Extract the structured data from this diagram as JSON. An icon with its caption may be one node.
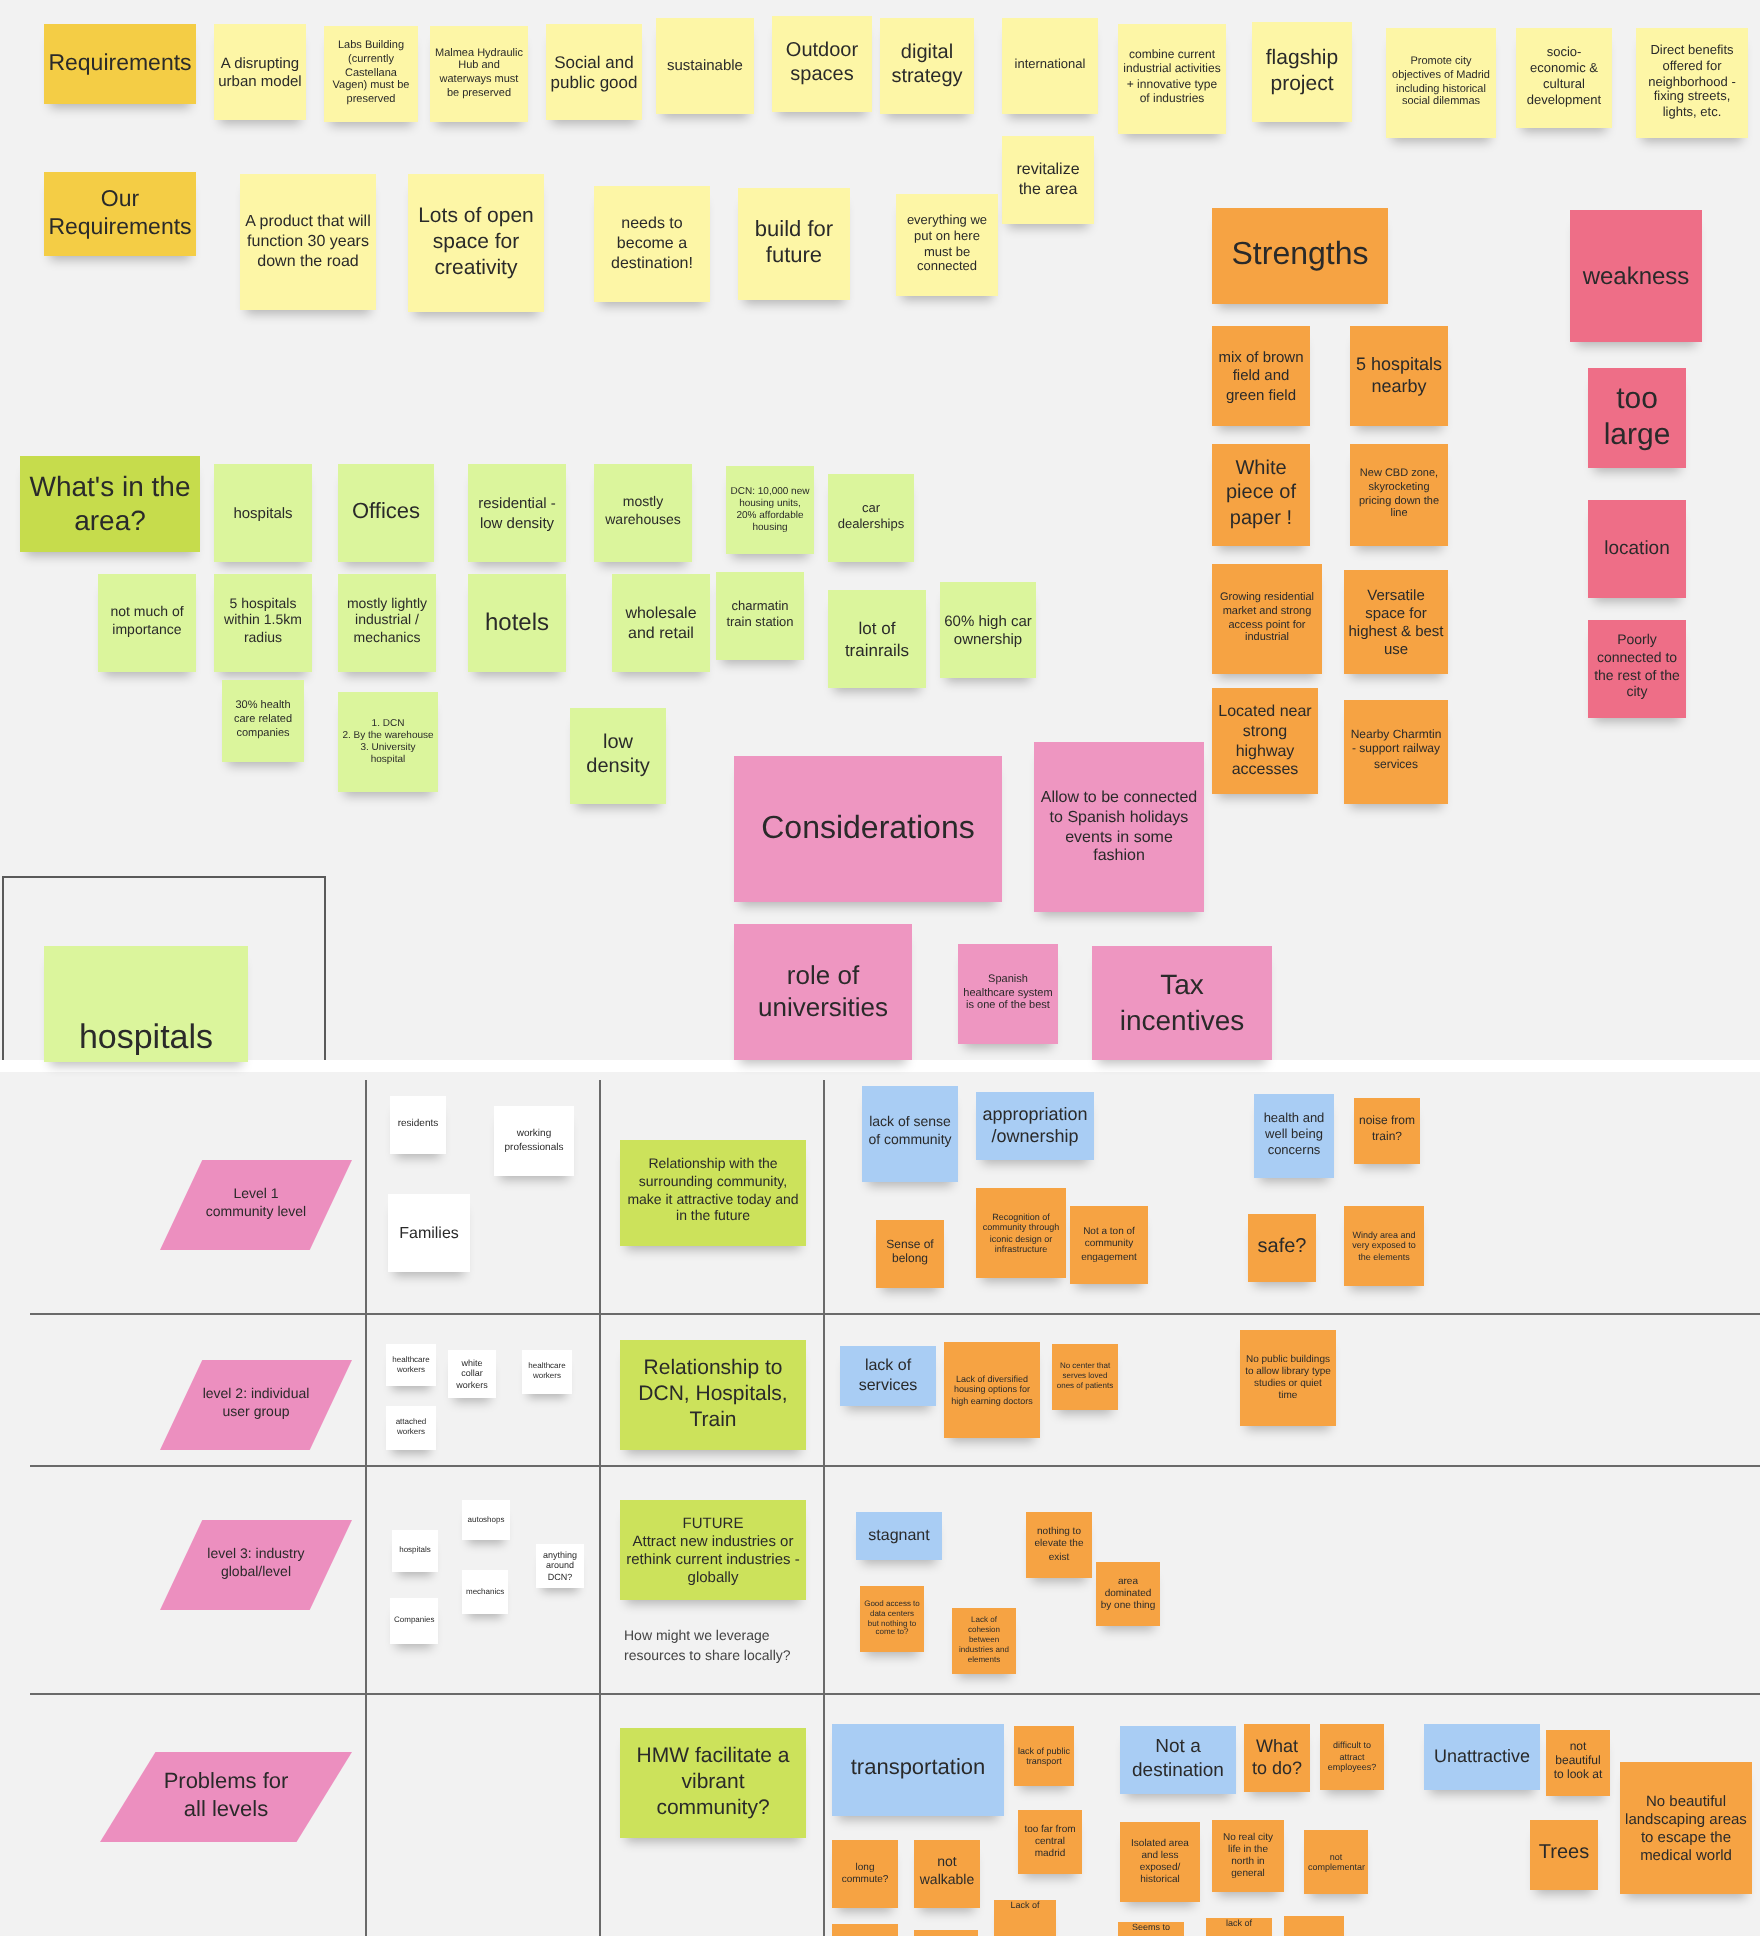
{
  "diagram": {
    "nodes": [
      {
        "text": [
          "Requirements"
        ]
      },
      {
        "text": [
          "A disrupting urban model"
        ]
      },
      {
        "text": [
          "Labs Building (currently Castellana Vagen) must be preserved"
        ]
      },
      {
        "text": [
          "Malmea Hydraulic Hub and waterways must be preserved"
        ]
      },
      {
        "text": [
          "Social and public good"
        ]
      },
      {
        "text": [
          "sustainable"
        ]
      },
      {
        "text": [
          "Outdoor spaces"
        ]
      },
      {
        "text": [
          "digital strategy"
        ]
      },
      {
        "text": [
          "international"
        ]
      },
      {
        "text": [
          "combine current industrial activities + innovative type of industries"
        ]
      },
      {
        "text": [
          "flagship project"
        ]
      },
      {
        "text": [
          "Promote city objectives of Madrid including historical social dilemmas"
        ]
      },
      {
        "text": [
          "socio-economic & cultural development"
        ]
      },
      {
        "text": [
          "Direct benefits offered for neighborhood - fixing streets, lights, etc."
        ]
      },
      {
        "text": [
          "revitalize the area"
        ]
      },
      {
        "text": [
          "Our Requirements"
        ]
      },
      {
        "text": [
          "A product that will function 30 years down the road"
        ]
      },
      {
        "text": [
          "Lots of open space for creativity"
        ]
      },
      {
        "text": [
          "needs to become a destination!"
        ]
      },
      {
        "text": [
          "build for future"
        ]
      },
      {
        "text": [
          "everything we put on here must be connected"
        ]
      },
      {
        "text": [
          "Strengths"
        ]
      },
      {
        "text": [
          "mix of brown field and green field"
        ]
      },
      {
        "text": [
          "5 hospitals nearby"
        ]
      },
      {
        "text": [
          "White piece of paper !"
        ]
      },
      {
        "text": [
          "New CBD zone, skyrocketing pricing down the line"
        ]
      },
      {
        "text": [
          "Growing residential market and strong access point for industrial"
        ]
      },
      {
        "text": [
          "Versatile space for highest & best use"
        ]
      },
      {
        "text": [
          "Located near strong highway accesses"
        ]
      },
      {
        "text": [
          "Nearby Charmtin - support railway services"
        ]
      },
      {
        "text": [
          "weakness"
        ]
      },
      {
        "text": [
          "too large"
        ]
      },
      {
        "text": [
          "location"
        ]
      },
      {
        "text": [
          "Poorly connected to the rest of the city"
        ]
      },
      {
        "text": [
          "What's in the area?"
        ]
      },
      {
        "text": [
          "hospitals"
        ]
      },
      {
        "text": [
          "Offices"
        ]
      },
      {
        "text": [
          "residential - low density"
        ]
      },
      {
        "text": [
          "mostly warehouses"
        ]
      },
      {
        "text": [
          "DCN: 10,000 new housing units, 20% affordable housing"
        ]
      },
      {
        "text": [
          "car dealerships"
        ]
      },
      {
        "text": [
          "not much of importance"
        ]
      },
      {
        "text": [
          "5 hospitals within 1.5km radius"
        ]
      },
      {
        "text": [
          "mostly lightly industrial / mechanics"
        ]
      },
      {
        "text": [
          "hotels"
        ]
      },
      {
        "text": [
          "wholesale and retail"
        ]
      },
      {
        "text": [
          "charmatin train station"
        ]
      },
      {
        "text": [
          "lot of trainrails"
        ]
      },
      {
        "text": [
          "60% high car ownership"
        ]
      },
      {
        "text": [
          "30% health care related companies"
        ]
      },
      {
        "text": [
          "1. DCN",
          "2. By the warehouse",
          "3. University hospital"
        ]
      },
      {
        "text": [
          "low density"
        ]
      },
      {
        "text": [
          "Considerations"
        ]
      },
      {
        "text": [
          "Allow to be connected to Spanish holidays events in some fashion"
        ]
      },
      {
        "text": [
          "role of universities"
        ]
      },
      {
        "text": [
          "Spanish healthcare system is one of the best"
        ]
      },
      {
        "text": [
          "Tax incentives"
        ]
      },
      {
        "text": [],
        "shape": "box"
      },
      {
        "text": [
          "hospitals"
        ],
        "in": 57
      },
      {
        "text": [
          "Level 1 community level"
        ]
      },
      {
        "text": [
          "residents"
        ]
      },
      {
        "text": [
          "working professionals"
        ]
      },
      {
        "text": [
          "Families"
        ]
      },
      {
        "text": [
          "Relationship with the surrounding community, make it attractive today and in the future"
        ]
      },
      {
        "text": [
          "lack of sense of community"
        ]
      },
      {
        "text": [
          "appropriation/ownership"
        ]
      },
      {
        "text": [
          "health and well being concerns"
        ]
      },
      {
        "text": [
          "noise from train?"
        ]
      },
      {
        "text": [
          "Sense of belong"
        ]
      },
      {
        "text": [
          "Recognition of community through iconic design or infrastructure"
        ]
      },
      {
        "text": [
          "Not a ton of community engagement"
        ]
      },
      {
        "text": [
          "safe?"
        ]
      },
      {
        "text": [
          "Windy area and very exposed to the elements"
        ]
      },
      {
        "text": [
          "level 2: individual user group"
        ]
      },
      {
        "text": [
          "healthcare workers"
        ]
      },
      {
        "text": [
          "white collar workers"
        ]
      },
      {
        "text": [
          "healthcare workers"
        ]
      },
      {
        "text": [
          "attached workers"
        ]
      },
      {
        "text": [
          "Relationship to DCN, Hospitals, Train"
        ]
      },
      {
        "text": [
          "lack of services"
        ]
      },
      {
        "text": [
          "Lack of diversified housing options for high earning doctors"
        ]
      },
      {
        "text": [
          "No center that serves loved ones of patients"
        ]
      },
      {
        "text": [
          "No public buildings to allow library type studies or quiet time"
        ]
      },
      {
        "text": [
          "level 3: industry global/level"
        ]
      },
      {
        "text": [
          "autoshops"
        ]
      },
      {
        "text": [
          "hospitals"
        ]
      },
      {
        "text": [
          "anything around DCN?"
        ]
      },
      {
        "text": [
          "mechanics"
        ]
      },
      {
        "text": [
          "Companies"
        ]
      },
      {
        "text": [
          "FUTURE",
          "Attract new industries or rethink current industries - globally"
        ]
      },
      {
        "text": [
          "stagnant"
        ]
      },
      {
        "text": [
          "nothing to elevate the exist"
        ]
      },
      {
        "text": [
          "area dominated by one thing"
        ]
      },
      {
        "text": [
          "Good access to data centers but nothing to come to?"
        ]
      },
      {
        "text": [
          "Lack of cohesion between industries and elements"
        ]
      },
      {
        "text": [
          "Problems for all levels"
        ]
      },
      {
        "text": [
          "HMW facilitate a vibrant community?"
        ]
      },
      {
        "text": [
          "transportation"
        ]
      },
      {
        "text": [
          "lack of public transport"
        ]
      },
      {
        "text": [
          "Not a destination"
        ]
      },
      {
        "text": [
          "What to do?"
        ]
      },
      {
        "text": [
          "difficult to attract employees?"
        ]
      },
      {
        "text": [
          "Unattractive"
        ]
      },
      {
        "text": [
          "not beautiful to look at"
        ]
      },
      {
        "text": [
          "No beautiful landscaping areas to escape the medical world"
        ]
      },
      {
        "text": [
          "too far from central madrid"
        ]
      },
      {
        "text": [
          "long commute?"
        ]
      },
      {
        "text": [
          "not walkable"
        ]
      },
      {
        "text": [
          "Isolated area and less exposed/ historical"
        ]
      },
      {
        "text": [
          "No real city life in the north in general"
        ]
      },
      {
        "text": [
          "not complementar"
        ]
      },
      {
        "text": [
          "Trees"
        ]
      },
      {
        "text": [],
        "shape": "box"
      },
      {
        "text": [],
        "shape": "box"
      },
      {
        "text": [
          "Lack of"
        ]
      },
      {
        "text": [
          "Seems to"
        ]
      },
      {
        "text": [
          "lack of"
        ]
      },
      {
        "text": [],
        "shape": "box"
      }
    ],
    "labels": [
      "How might we leverage resources to share locally?"
    ]
  }
}
